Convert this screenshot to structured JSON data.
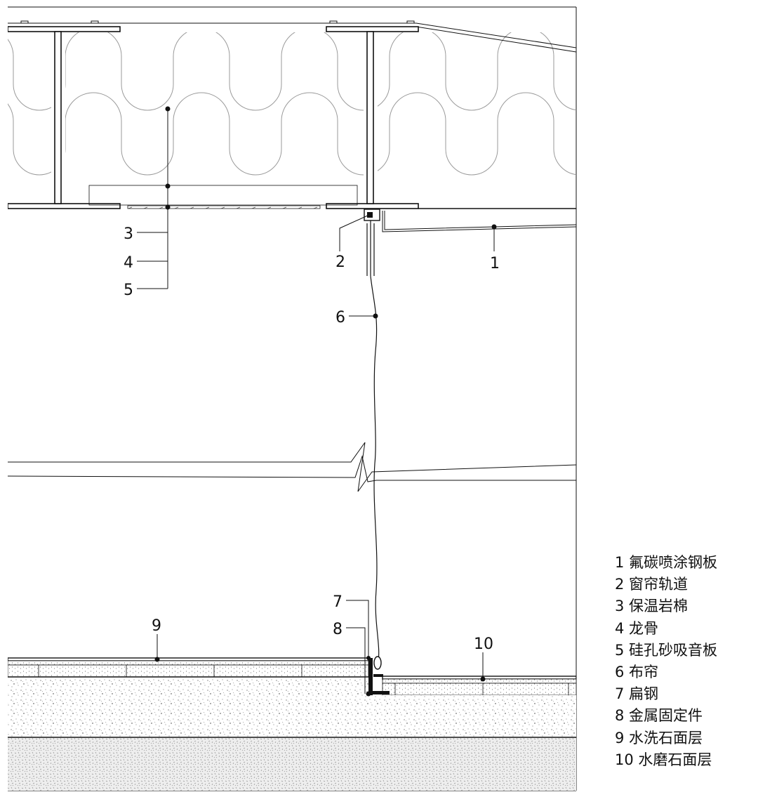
{
  "drawing": {
    "callouts": {
      "c1": "1",
      "c2": "2",
      "c3": "3",
      "c4": "4",
      "c5": "5",
      "c6": "6",
      "c7": "7",
      "c8": "8",
      "c9": "9",
      "c10": "10"
    }
  },
  "legend": {
    "items": [
      "1 氟碳喷涂钢板",
      "2 窗帘轨道",
      "3 保温岩棉",
      "4 龙骨",
      "5 硅孔砂吸音板",
      "6 布帘",
      "7 扁钢",
      "8 金属固定件",
      "9 水洗石面层",
      "10 水磨石面层"
    ]
  },
  "colors": {
    "line": "#111111",
    "hatch": "#555555",
    "insulation": "#9a9a9a",
    "background": "#ffffff"
  }
}
